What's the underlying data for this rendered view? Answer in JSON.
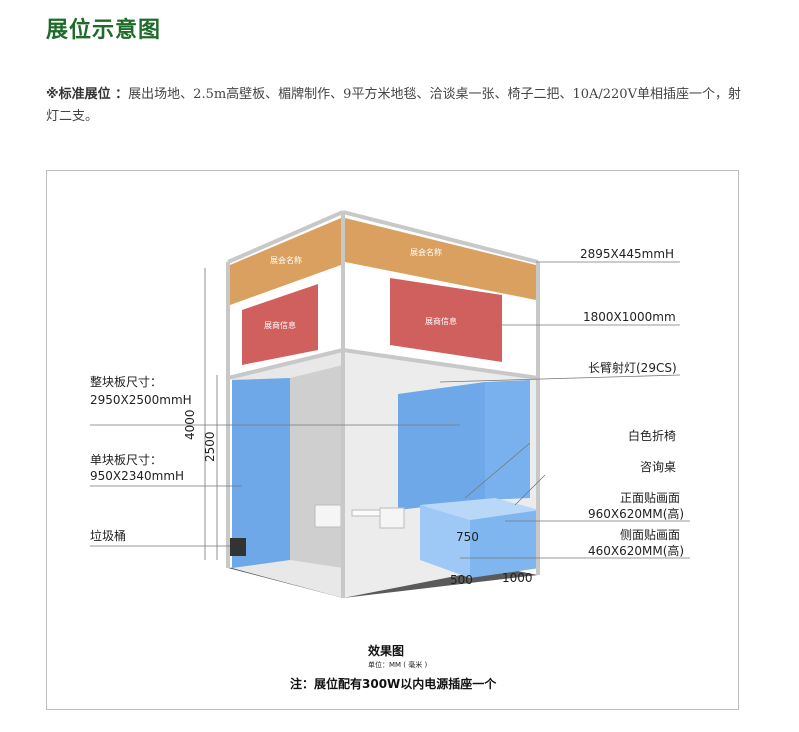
{
  "page": {
    "title": "展位示意图",
    "intro_label": "※标准展位 ：",
    "intro_text": "展出场地、2.5m高壁板、楣牌制作、9平方米地毯、洽谈桌一张、椅子二把、10A/220V单相插座一个，射灯二支。"
  },
  "figure": {
    "banner_text_left": "展会名称",
    "banner_text_right": "展会名称",
    "info_left": "展商信息",
    "info_right": "展商信息",
    "annotations": {
      "fascia_size": "2895X445mmH",
      "info_size": "1800X1000mm",
      "spotlight": "长臂射灯(29CS)",
      "panel_whole_title": "整块板尺寸：",
      "panel_whole_size": "2950X2500mmH",
      "panel_single_title": "单块板尺寸：",
      "panel_single_size": "950X2340mmH",
      "chair": "白色折椅",
      "desk": "咨询桌",
      "front_sticker_title": "正面贴画面",
      "front_sticker_size": "960X620MM(高)",
      "side_sticker_title": "侧面贴画面",
      "side_sticker_size": "460X620MM(高)",
      "trash": "垃圾桶",
      "dim_4000": "4000",
      "dim_2500": "2500",
      "dim_750": "750",
      "dim_500": "500",
      "dim_1000": "1000"
    },
    "caption": "效果图",
    "unit": "单位：MM ( 毫米 )",
    "note": "注：展位配有300W以内电源插座一个"
  }
}
